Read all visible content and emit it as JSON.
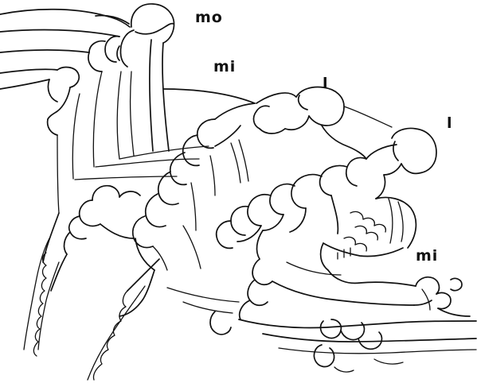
{
  "labels": {
    "mo": "mo",
    "mi_top": "mi",
    "l_first": "l",
    "l_second": "l",
    "mi_bottom": "mi"
  },
  "colors": {
    "ink": "#111111",
    "paper": "#ffffff"
  }
}
